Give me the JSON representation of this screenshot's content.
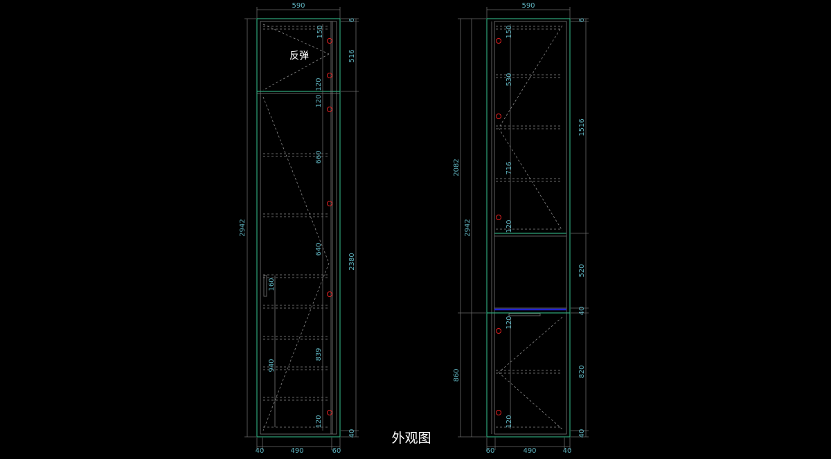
{
  "title": "外观图",
  "left_view": {
    "note": "反弹",
    "top_width": "590",
    "total_height": "2942",
    "upper_section": "516",
    "lower_section": "2380",
    "top_gap": "6",
    "bottom_gap": "40",
    "inner_dims": {
      "d150": "150",
      "d120a": "120",
      "d120b": "120",
      "d660": "660",
      "d640": "640",
      "d160": "160",
      "d940": "940",
      "d839": "839",
      "d120c": "120"
    },
    "bottom_widths": [
      "40",
      "490",
      "60"
    ]
  },
  "right_view": {
    "top_width": "590",
    "total_height": "2942",
    "door_height": "2082",
    "lower_door": "860",
    "upper_section": "1516",
    "open_section": "520",
    "gap_mid": "40",
    "lower_section": "820",
    "top_gap": "6",
    "bottom_gap": "40",
    "inner_dims": {
      "d150": "150",
      "d530": "530",
      "d716": "716",
      "d120a": "120",
      "d120b": "120",
      "d120c": "120"
    },
    "bottom_widths": [
      "60",
      "490",
      "40"
    ]
  },
  "colors": {
    "frame": "#2fa57a",
    "dimension_text": "#5fb3bf",
    "hinge": "#e02020",
    "shelf_accent": "#2020d0"
  }
}
